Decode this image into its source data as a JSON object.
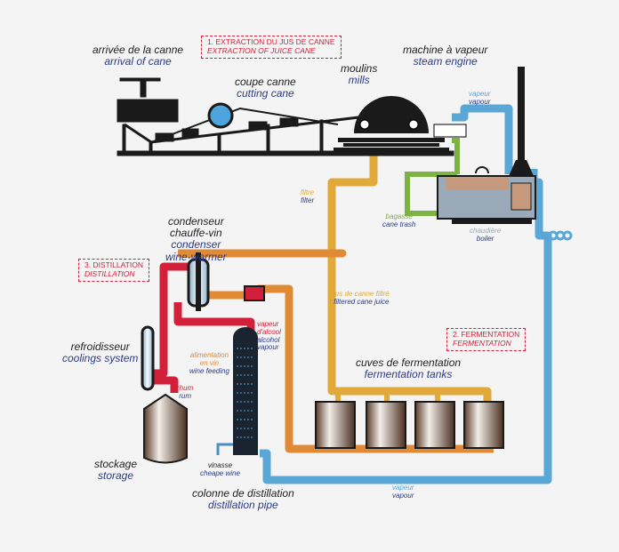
{
  "stages": {
    "extraction": {
      "fr": "1. EXTRACTION DU JUS DE CANNE",
      "en": "EXTRACTION OF JUICE CANE"
    },
    "fermentation": {
      "fr": "2. FERMENTATION",
      "en": "FERMENTATION"
    },
    "distillation": {
      "fr": "3. DISTILLATION",
      "en": "DISTILLATION"
    }
  },
  "labels": {
    "arrival": {
      "fr": "arrivée de la canne",
      "en": "arrival of cane"
    },
    "cutting": {
      "fr": "coupe canne",
      "en": "cutting cane"
    },
    "mills": {
      "fr": "moulins",
      "en": "mills"
    },
    "steam_engine": {
      "fr": "machine à vapeur",
      "en": "steam engine"
    },
    "vapour_top": {
      "fr": "vapeur",
      "en": "vapour"
    },
    "filter": {
      "fr": "filtre",
      "en": "filter"
    },
    "bagasse": {
      "fr": "bagasse",
      "en": "cane trash"
    },
    "boiler": {
      "fr": "chaudière",
      "en": "boiler"
    },
    "filtered_juice": {
      "fr": "jus de canne filtré",
      "en": "filtered cane juice"
    },
    "fermentation_tanks": {
      "fr": "cuves de fermentation",
      "en": "fermentation tanks"
    },
    "condenser": {
      "fr1": "condenseur",
      "fr2": "chauffe-vin",
      "en1": "condenser",
      "en2": "wine-warmer"
    },
    "alcohol_vapour": {
      "fr1": "vapeur",
      "fr2": "d'alcool",
      "en1": "alcohol",
      "en2": "vapour"
    },
    "wine_feeding": {
      "fr1": "alimentation",
      "fr2": "en vin",
      "en": "wine feeding"
    },
    "cooling": {
      "fr": "refroidisseur",
      "en": "coolings system"
    },
    "rum": {
      "fr": "rhum",
      "en": "rum"
    },
    "storage": {
      "fr": "stockage",
      "en": "storage"
    },
    "vinasse": {
      "fr": "vinasse",
      "en": "cheape wine"
    },
    "column": {
      "fr": "colonne de distillation",
      "en": "distillation pipe"
    },
    "vapour_bottom": {
      "fr": "vapeur",
      "en": "vapour"
    }
  },
  "colors": {
    "steam": "#5aa7d6",
    "juice": "#e0a93a",
    "wine": "#e08a35",
    "alcohol": "#d3203a",
    "bagasse": "#7cb342",
    "machinery": "#1a1a1a",
    "stage_box": "#d0203a"
  }
}
